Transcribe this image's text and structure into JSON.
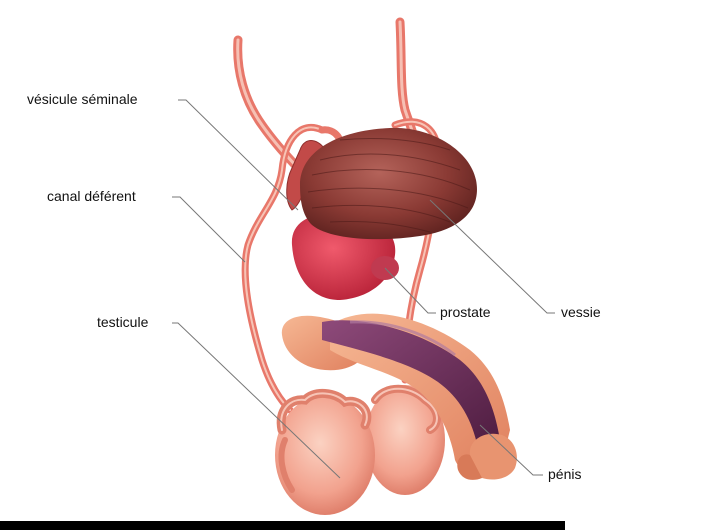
{
  "labels": {
    "seminal_vesicle": "vésicule séminale",
    "vas_deferens": "canal déférent",
    "testicle": "testicule",
    "prostate": "prostate",
    "bladder": "vessie",
    "penis": "pénis"
  },
  "colors": {
    "leader_line": "#777777",
    "duct": "#e8776a",
    "bladder": "#8a3a34",
    "prostate": "#d8304a",
    "testis": "#f2a28e",
    "penis_shaft": "#6e2c5a",
    "glans": "#e89470"
  }
}
